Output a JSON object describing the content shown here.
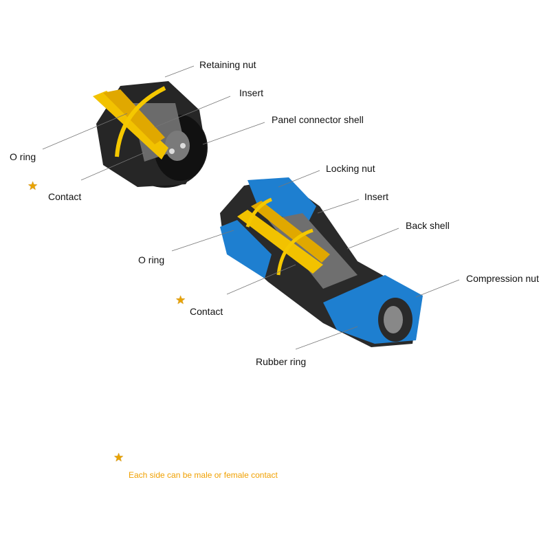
{
  "panel_connector": {
    "labels": {
      "retaining_nut": "Retaining nut",
      "insert": "Insert",
      "panel_connector_shell": "Panel connector shell",
      "o_ring": "O ring",
      "contact": "Contact"
    }
  },
  "cable_connector": {
    "labels": {
      "locking_nut": "Locking nut",
      "insert": "Insert",
      "back_shell": "Back shell",
      "compression_nut": "Compression nut",
      "o_ring": "O ring",
      "contact": "Contact",
      "rubber_ring": "Rubber ring"
    }
  },
  "footnote": {
    "icon": "star-icon",
    "text": "Each side can be male or female contact"
  },
  "colors": {
    "contact_gold": "#f2c200",
    "shell_black": "#222222",
    "nut_blue": "#1e7fd0",
    "star": "#e8a300",
    "footnote": "#f0a000"
  }
}
